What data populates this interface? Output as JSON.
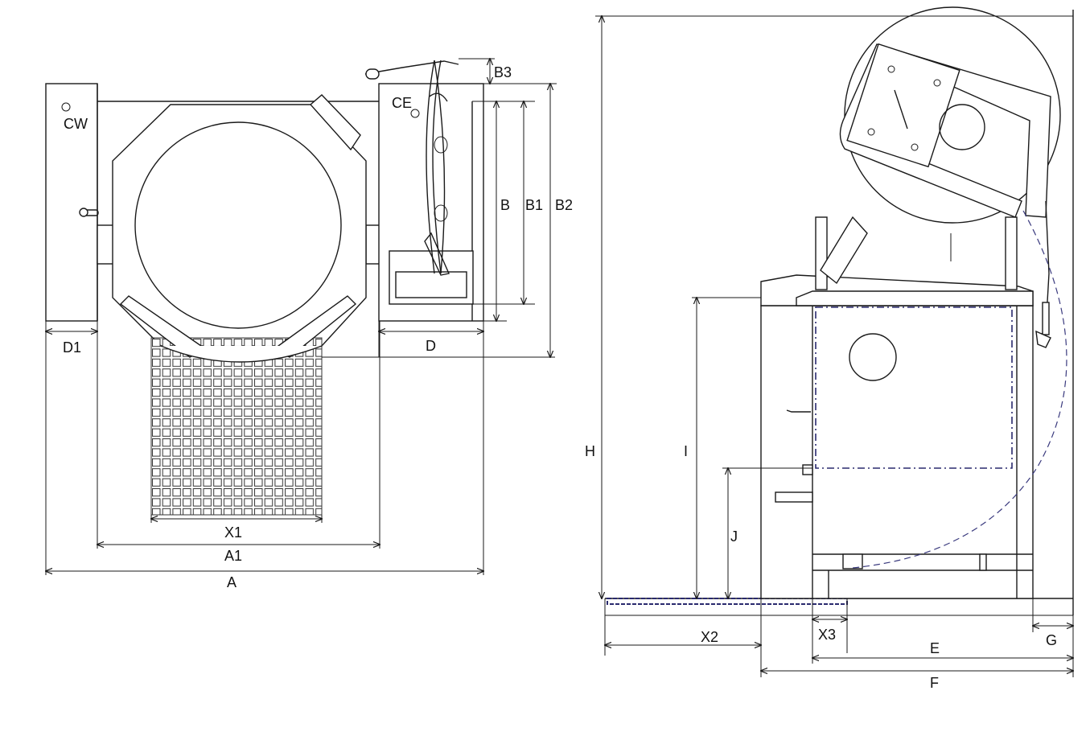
{
  "labels": {
    "A": "A",
    "A1": "A1",
    "X1": "X1",
    "D1": "D1",
    "CW": "CW",
    "CE": "CE",
    "B": "B",
    "B1": "B1",
    "B2": "B2",
    "B3": "B3",
    "D": "D",
    "H": "H",
    "I": "I",
    "J": "J",
    "X2": "X2",
    "X3": "X3",
    "E": "E",
    "F": "F",
    "G": "G"
  },
  "colors": {
    "line": "#1a1a1a",
    "dashed_outline": "#2a2a6e",
    "background": "#ffffff"
  }
}
